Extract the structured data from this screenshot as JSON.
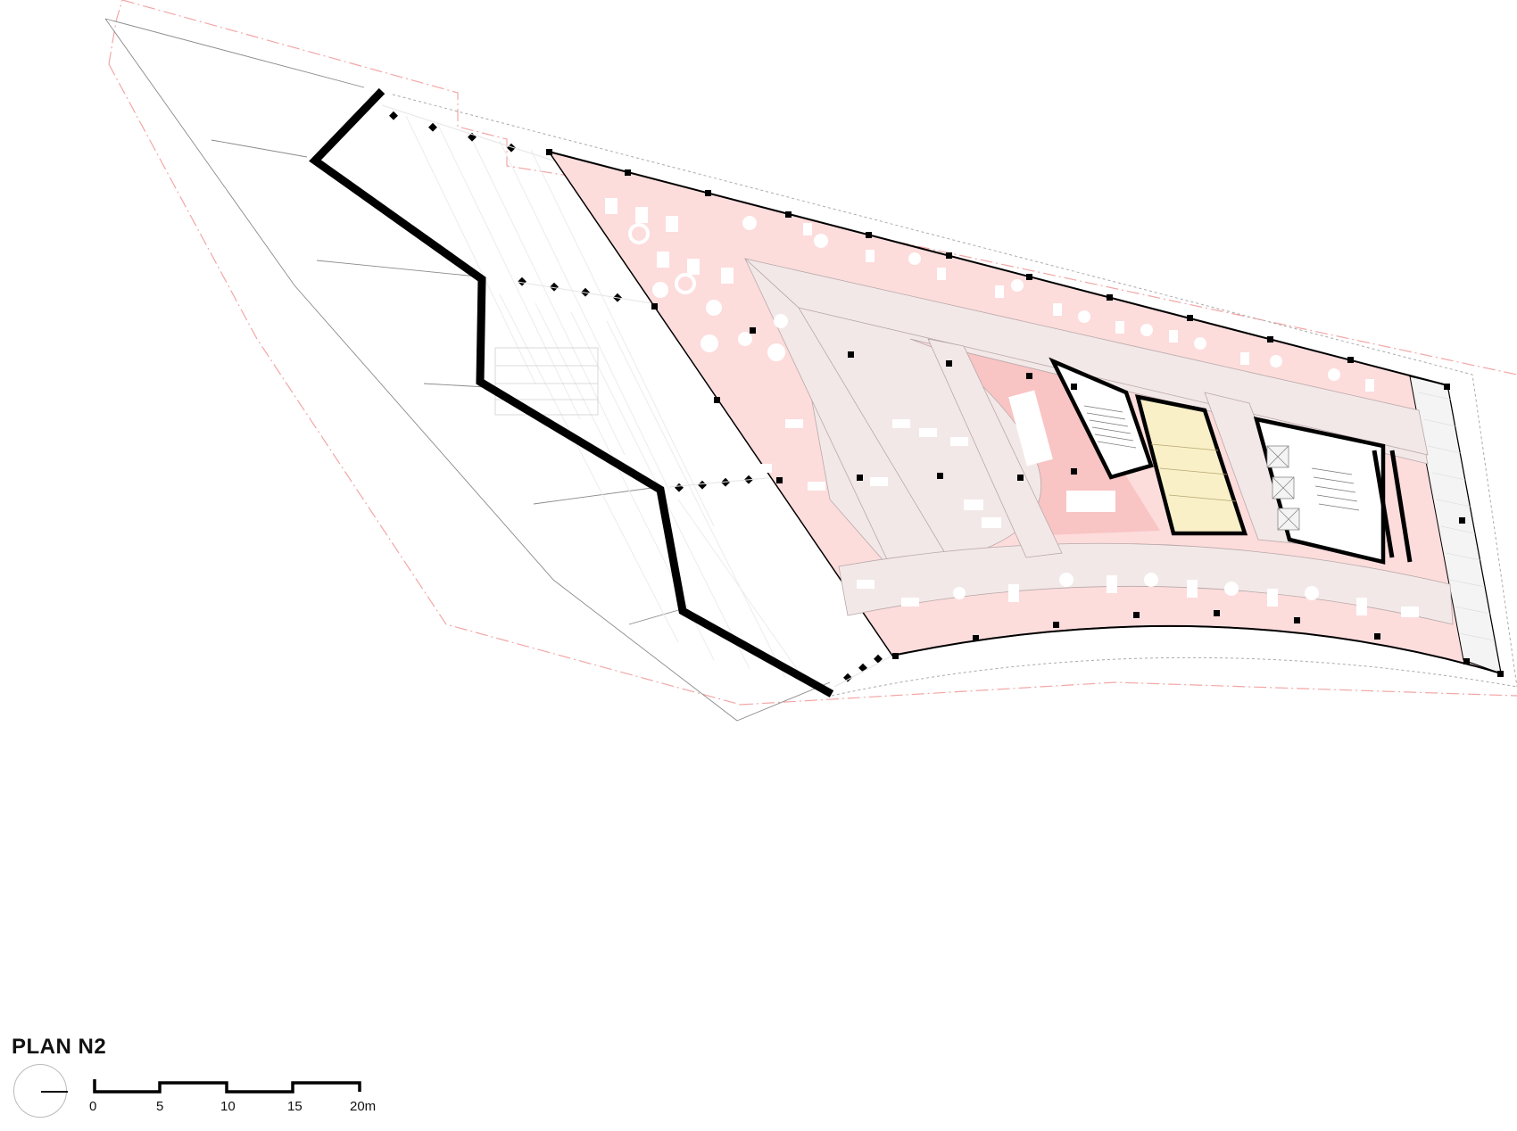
{
  "drawing": {
    "title": "PLAN N2",
    "colors": {
      "office_fill": "#fddcdc",
      "meeting_fill": "#f9c4c4",
      "corridor_fill": "#f3e8e8",
      "core_service_fill": "#faf0c8",
      "wall": "#000000",
      "boundary_dash": "#f3a6a6",
      "guide_line": "#9a9a9a"
    },
    "zones": [
      {
        "name": "open-office-west"
      },
      {
        "name": "open-office-north"
      },
      {
        "name": "open-office-south"
      },
      {
        "name": "meeting-rooms"
      },
      {
        "name": "central-corridor"
      },
      {
        "name": "core-stair-west"
      },
      {
        "name": "core-restrooms"
      },
      {
        "name": "core-elevators-stair-east"
      },
      {
        "name": "east-terrace"
      },
      {
        "name": "atrium-void"
      }
    ]
  },
  "north_arrow": {
    "icon": "north-arrow-icon"
  },
  "scale_bar": {
    "ticks": [
      "0",
      "5",
      "10",
      "15",
      "20m"
    ]
  }
}
